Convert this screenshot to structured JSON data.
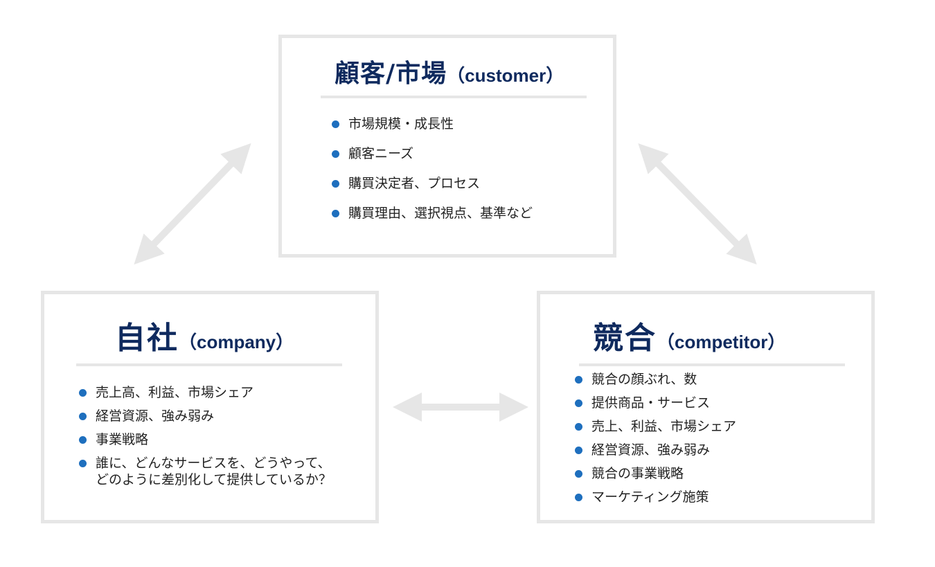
{
  "customer": {
    "title_main": "顧客/市場",
    "title_sub": "（customer）",
    "items": [
      "市場規模・成長性",
      "顧客ニーズ",
      "購買決定者、プロセス",
      "購買理由、選択視点、基準など"
    ]
  },
  "company": {
    "title_main": "自社",
    "title_sub": "（company）",
    "items": [
      [
        "売上高、利益、市場シェア"
      ],
      [
        "経営資源、強み弱み"
      ],
      [
        "事業戦略"
      ],
      [
        "誰に、どんなサービスを、どうやって、",
        "どのように差別化して提供しているか？"
      ]
    ]
  },
  "competitor": {
    "title_main": "競合",
    "title_sub": "（competitor）",
    "items": [
      "競合の顔ぶれ、数",
      "提供商品・サービス",
      "売上、利益、市場シェア",
      "経営資源、強み弱み",
      "競合の事業戦略",
      "マーケティング施策"
    ]
  },
  "colors": {
    "title": "#0f2a5e",
    "bullet": "#1e6fbe",
    "border": "#e6e6e6",
    "arrow": "#e6e6e6"
  }
}
